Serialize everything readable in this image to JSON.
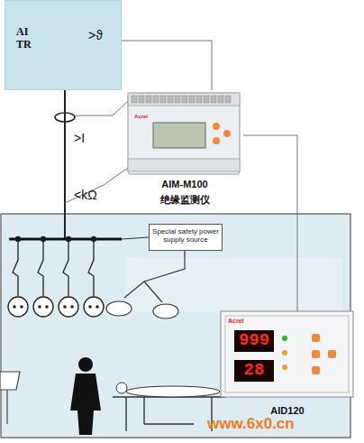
{
  "diagram": {
    "nodes": [
      {
        "text": [
          "AI TR"
        ]
      },
      {
        "text": [
          "AIM-M100",
          "绝缘监测仪"
        ]
      },
      {
        "text": [
          "Special safety power supply source"
        ]
      },
      {
        "text": [
          "999",
          "28",
          "AID120"
        ]
      }
    ],
    "edges": [
      {
        "from": 0,
        "to": 1,
        "arrow": "none",
        "label": ">ϑ"
      },
      {
        "from": 1,
        "to": 3,
        "arrow": "none"
      }
    ],
    "labels": [
      ">I",
      "<kΩ",
      "Acrel",
      "Acrel",
      "www.6x0.cn"
    ]
  }
}
